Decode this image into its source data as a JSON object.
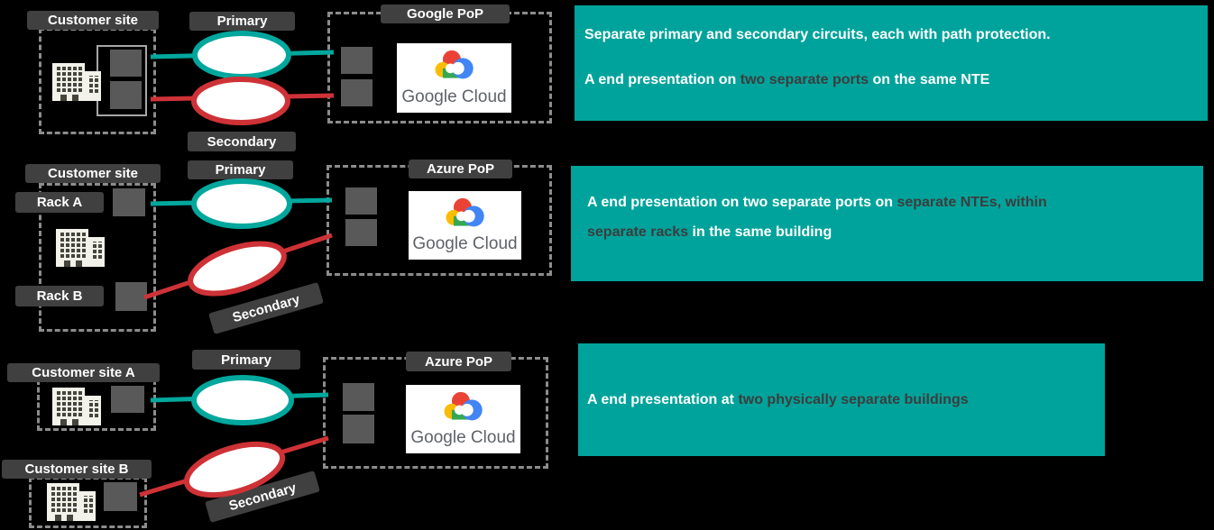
{
  "colors": {
    "background": "#000000",
    "teal": "#00A79D",
    "red": "#CE3236",
    "chip_bg": "#404040",
    "panel_bg": "#00A39B",
    "panel_text": "#FFFFFF",
    "panel_highlight": "#3D3D3D",
    "port_fill": "#595959",
    "dash_border": "#8C8C8C",
    "nte_border": "#A6A6A6",
    "logo_text_color": "#5F6368",
    "google_red": "#EA4335",
    "google_yellow": "#FBBC05",
    "google_green": "#34A853",
    "google_blue": "#4285F4"
  },
  "rows": [
    {
      "site_label": "Customer site",
      "primary_label": "Primary",
      "secondary_label": "Secondary",
      "pop_label": "Google PoP",
      "logo_text": "Google Cloud"
    },
    {
      "site_label": "Customer site",
      "rack_a_label": "Rack A",
      "rack_b_label": "Rack B",
      "primary_label": "Primary",
      "secondary_label": "Secondary",
      "pop_label": "Azure PoP",
      "logo_text": "Google Cloud"
    },
    {
      "site_a_label": "Customer site A",
      "site_b_label": "Customer site B",
      "primary_label": "Primary",
      "secondary_label": "Secondary",
      "pop_label": "Azure PoP",
      "logo_text": "Google Cloud"
    }
  ],
  "panels": [
    {
      "intro": "Separate primary and secondary circuits, each with path protection.",
      "pre": "A end presentation on ",
      "highlight": "two separate ports",
      "post": " on the same NTE"
    },
    {
      "line1_pre": "A end presentation on two separate ports on ",
      "line1_highlight": "separate NTEs, within",
      "line2_highlight": "separate racks",
      "line2_post": " in the same building"
    },
    {
      "pre": "A end presentation at ",
      "highlight": "two physically separate buildings"
    }
  ]
}
